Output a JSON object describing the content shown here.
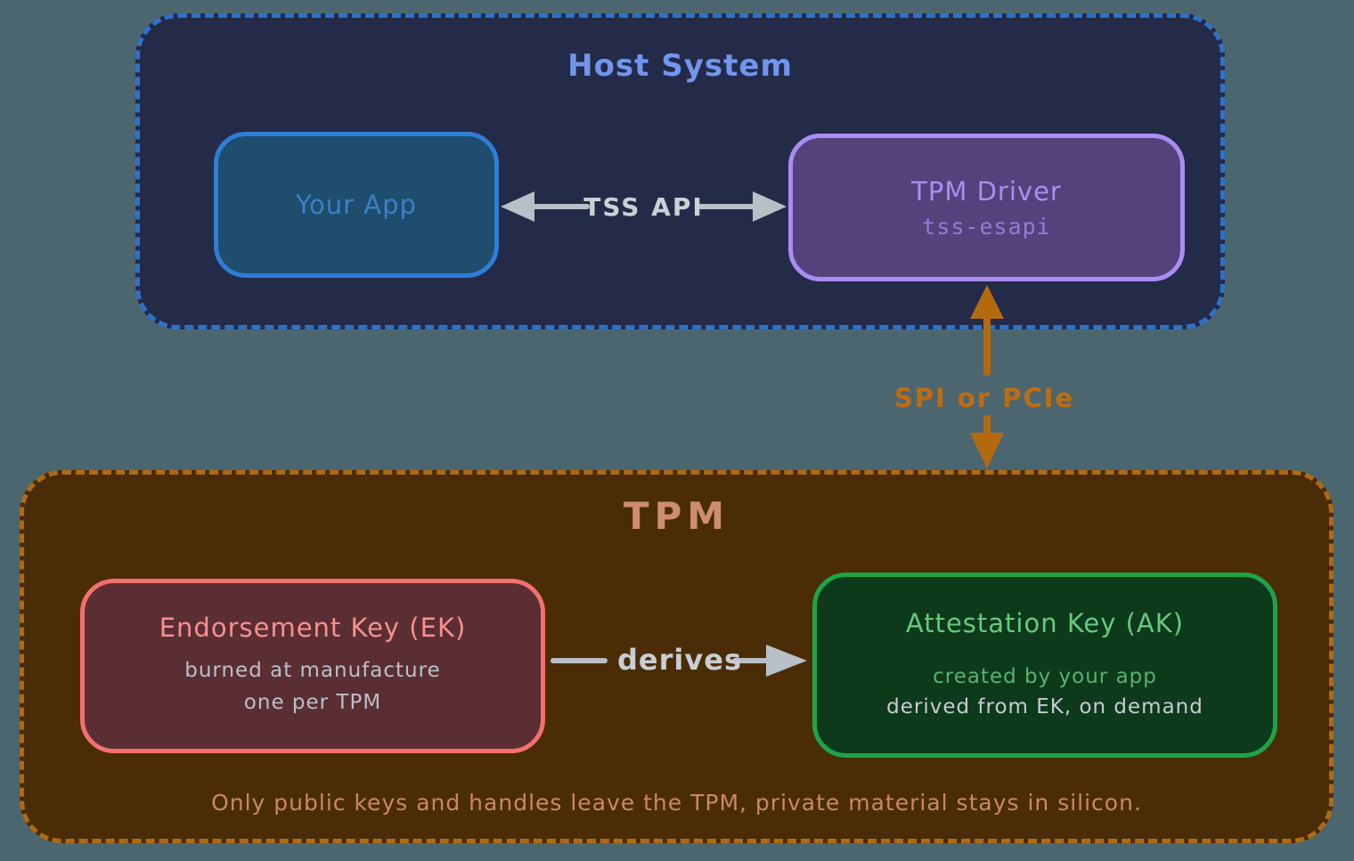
{
  "diagram": {
    "background_color": "#4c666f"
  },
  "host_system": {
    "title": "Host System",
    "fill": "#242b48",
    "border_color": "#2d72c8",
    "title_color": "#7295ee",
    "your_app": {
      "label": "Your App",
      "fill": "#1e4d6e",
      "border_color": "#2e7ed8",
      "text_color": "#3a80c9"
    },
    "tpm_driver": {
      "title": "TPM Driver",
      "subtitle": "tss-esapi",
      "fill": "#53427c",
      "border_color": "#a98df2",
      "title_color": "#ab8df0",
      "subtitle_color": "#977bd6"
    }
  },
  "connections": {
    "tss_api": {
      "label": "TSS API",
      "direction": "bidirectional",
      "arrow_color": "#b9bfc6",
      "label_color": "#ccd1d6",
      "from": "Your App",
      "to": "TPM Driver"
    },
    "spi_pcie": {
      "label": "SPI or PCIe",
      "direction": "bidirectional",
      "arrow_color": "#b5690f",
      "label_color": "#bf6c10",
      "from": "TPM Driver",
      "to": "TPM"
    },
    "derives": {
      "label": "derives",
      "direction": "forward",
      "arrow_color": "#b9bfc6",
      "label_color": "#c9ced3",
      "from": "Endorsement Key (EK)",
      "to": "Attestation Key (AK)"
    }
  },
  "tpm": {
    "title": "TPM",
    "fill": "#4a2d07",
    "border_color": "#b06a10",
    "title_color": "#cf8d70",
    "endorsement_key": {
      "title": "Endorsement Key (EK)",
      "details": [
        "burned at manufacture",
        "one per TPM"
      ],
      "fill": "#5b2e34",
      "border_color": "#f37070",
      "title_color": "#f79090",
      "detail_color": "#bac0c5"
    },
    "attestation_key": {
      "title": "Attestation Key (AK)",
      "details": [
        "created by your app",
        "derived from EK, on demand"
      ],
      "fill": "#0e3a1c",
      "border_color": "#1fa34a",
      "title_color": "#67c97e",
      "detail_colors": [
        "#58b26e",
        "#c7ccd1"
      ]
    },
    "note": "Only public keys and handles leave the TPM, private material stays in silicon."
  }
}
